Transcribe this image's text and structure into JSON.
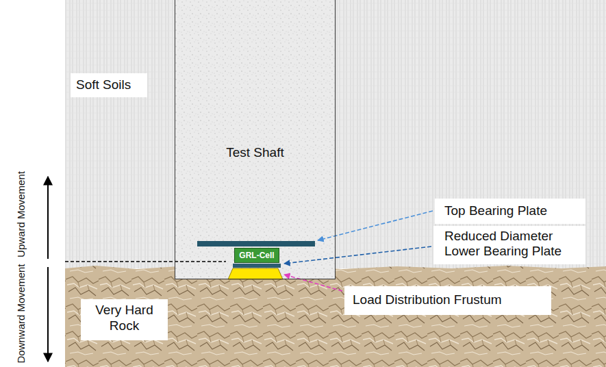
{
  "diagram": {
    "nodes": [
      {
        "text": [
          "Soft Soils"
        ]
      },
      {
        "text": [
          "Test Shaft"
        ]
      },
      {
        "text": [
          "GRL-Cell"
        ],
        "in": 1
      },
      {
        "text": [
          "Top Bearing Plate"
        ]
      },
      {
        "text": [
          "Reduced Diameter Lower Bearing Plate"
        ]
      },
      {
        "text": [
          "Load Distribution Frustum"
        ]
      },
      {
        "text": [
          "Very Hard Rock"
        ]
      }
    ],
    "labels": [
      "Upward Movement",
      "Downward Movement"
    ]
  }
}
